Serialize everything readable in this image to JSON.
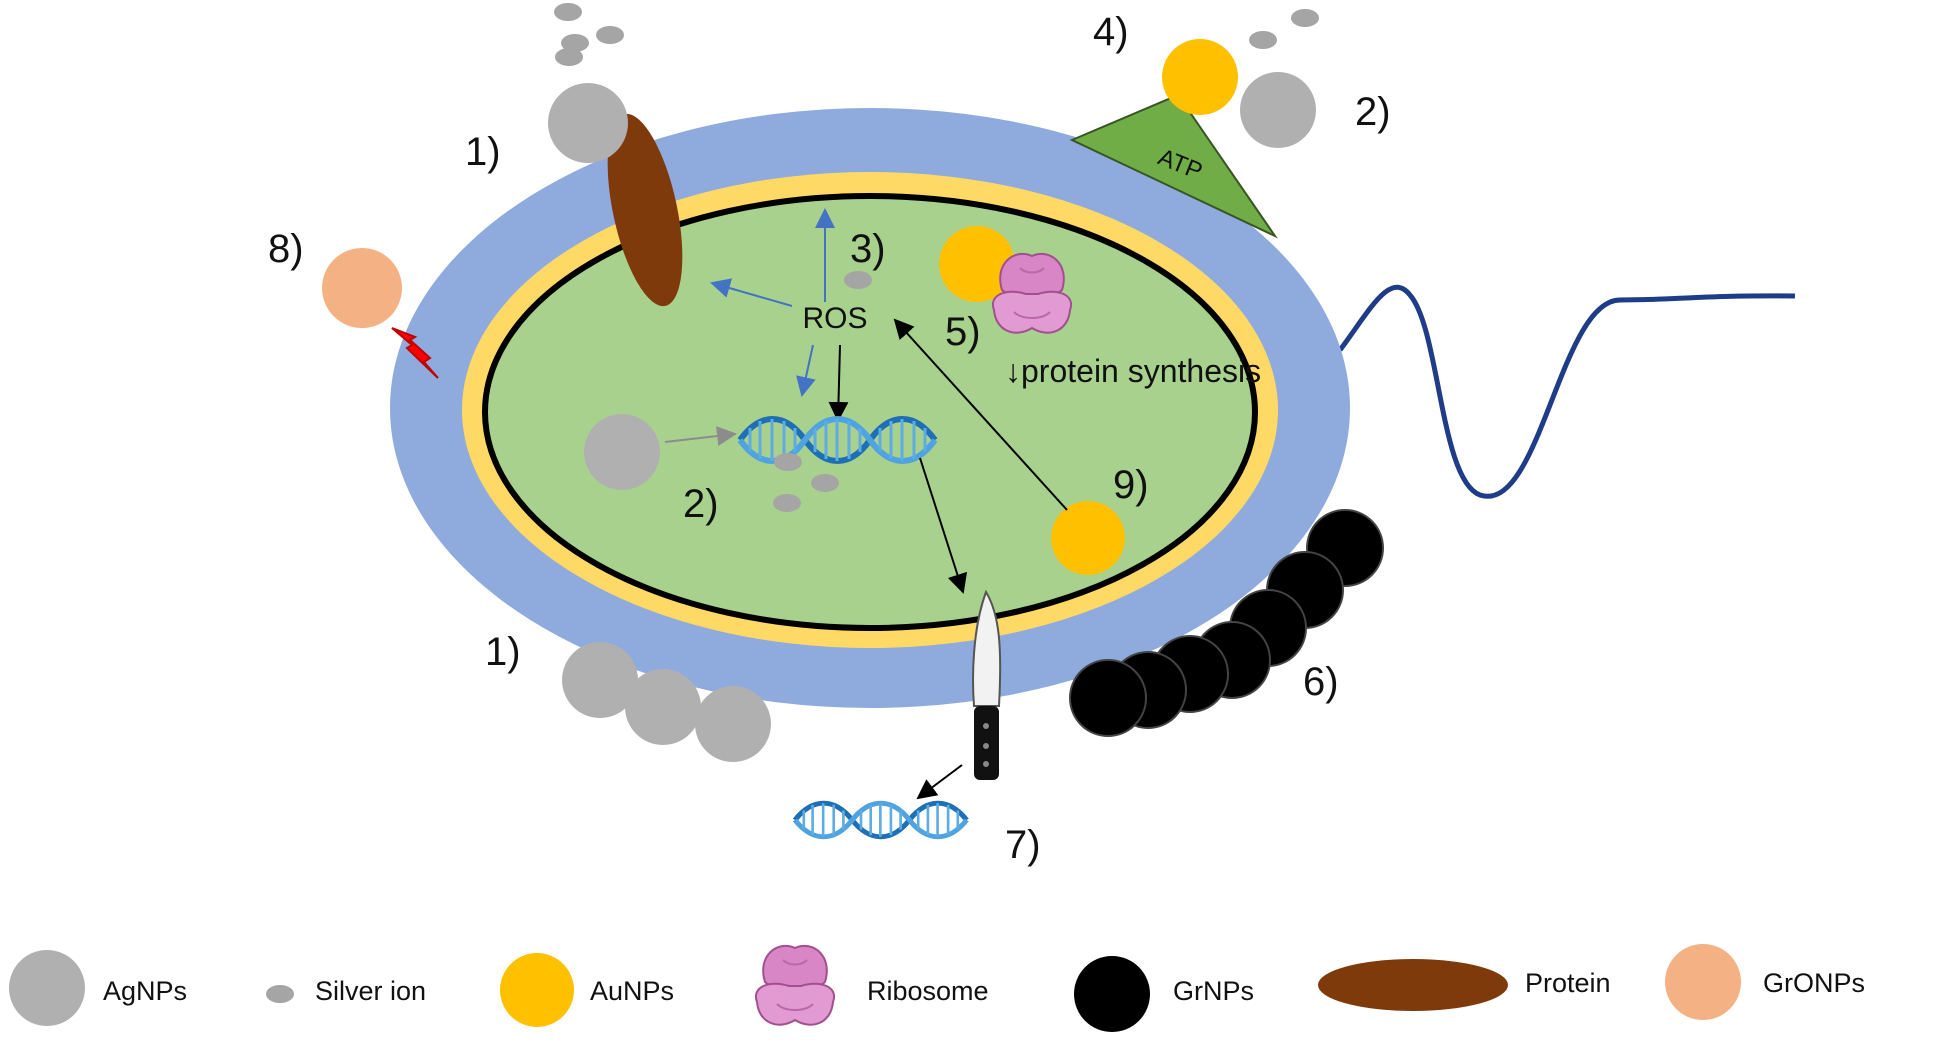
{
  "colors": {
    "cell_wall": "#8faadc",
    "inner_membrane": "#ffd966",
    "cytoplasm": "#a9d18e",
    "agnp": "#b0b0b0",
    "silver_ion": "#a5a5a5",
    "aunp": "#ffc000",
    "grnp": "#000000",
    "protein": "#7f3a0c",
    "gronp": "#f4b183",
    "ribosome": "#d986c6",
    "atp": "#70ad47",
    "dna": "#2e86c1",
    "flagellum": "#1f3c88",
    "arrow_blue": "#4472c4",
    "arrow_black": "#000000",
    "lightning": "#ff0000"
  },
  "icons": [
    "agnp-circle",
    "silver-ion-dot",
    "aunp-circle",
    "ribosome-icon",
    "grnp-circle",
    "protein-ellipse",
    "gronp-circle",
    "dna-helix-icon",
    "knife-icon",
    "lightning-icon",
    "atp-triangle",
    "flagellum"
  ],
  "labels": {
    "m1_top": "1)",
    "m1_bottom": "1)",
    "m2_right": "2)",
    "m2_inner": "2)",
    "m3": "3)",
    "m4": "4)",
    "m5": "5)",
    "m6": "6)",
    "m7": "7)",
    "m8": "8)",
    "m9": "9)",
    "ros": "ROS",
    "atp": "ATP",
    "protein_synthesis": "↓protein synthesis"
  },
  "legend": [
    {
      "key": "agnp",
      "label": "AgNPs"
    },
    {
      "key": "silver_ion",
      "label": "Silver ion"
    },
    {
      "key": "aunp",
      "label": "AuNPs"
    },
    {
      "key": "ribosome",
      "label": "Ribosome"
    },
    {
      "key": "grnp",
      "label": "GrNPs"
    },
    {
      "key": "protein",
      "label": "Protein"
    },
    {
      "key": "gronp",
      "label": "GrONPs"
    }
  ]
}
